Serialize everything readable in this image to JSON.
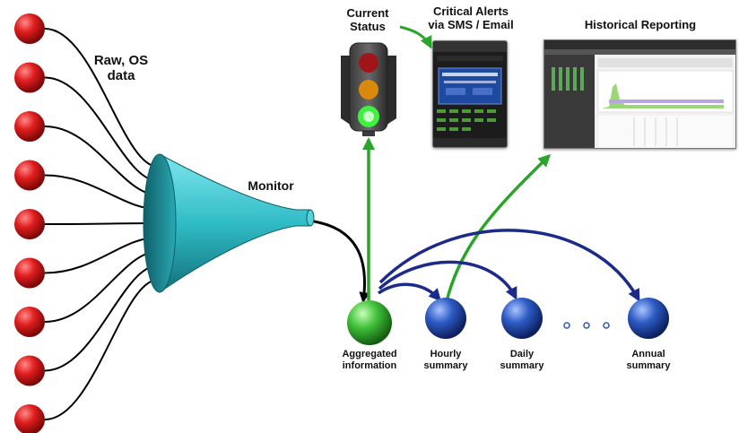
{
  "labels": {
    "raw_data": "Raw, OS\ndata",
    "monitor": "Monitor",
    "current_status": "Current\nStatus",
    "critical_alerts": "Critical Alerts\nvia SMS / Email",
    "historical_reporting": "Historical Reporting",
    "aggregated": "Aggregated\ninformation",
    "hourly": "Hourly\nsummary",
    "daily": "Daily\nsummary",
    "annual": "Annual\nsummary",
    "ellipsis": "• • •"
  },
  "colors": {
    "source_node": "#d81818",
    "funnel": "#3fc4cc",
    "aggregate_node": "#39b93a",
    "summary_node": "#2a57b8",
    "arrow_black": "#000000",
    "arrow_green": "#2aa52a",
    "arrow_blue": "#1c2a8a",
    "light_green_on": "#3ff23f",
    "light_amber": "#d98a0c",
    "light_red": "#a0151a"
  },
  "source_count": 9
}
